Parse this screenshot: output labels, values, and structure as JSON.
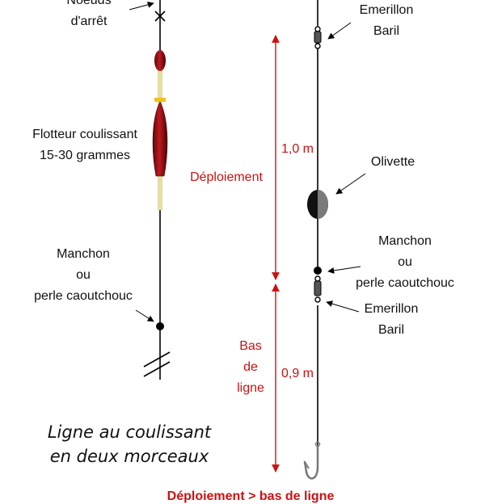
{
  "left": {
    "stop_knots": [
      "Noeuds",
      "d'arrêt"
    ],
    "float": [
      "Flotteur coulissant",
      "15-30 grammes"
    ],
    "bead": [
      "Manchon",
      "ou",
      "perle caoutchouc"
    ]
  },
  "right": {
    "swivel_top": [
      "Emerillon",
      "Baril"
    ],
    "olivette": [
      "Olivette"
    ],
    "bead": [
      "Manchon",
      "ou",
      "perle caoutchouc"
    ],
    "swivel_bottom": [
      "Emerillon",
      "Baril"
    ]
  },
  "dimensions": {
    "deploiement": "Déploiement",
    "deploiement_length": "1,0 m",
    "bas_de_ligne": [
      "Bas",
      "de",
      "ligne"
    ],
    "bas_length": "0,9 m"
  },
  "title": [
    "Ligne au coulissant",
    "en deux morceaux"
  ],
  "bottom_note": "Déploiement > bas de ligne",
  "colors": {
    "line": "#000000",
    "dimension": "#cc1111",
    "float_body": "#b8141c",
    "float_antenna": "#e8e0a0"
  }
}
